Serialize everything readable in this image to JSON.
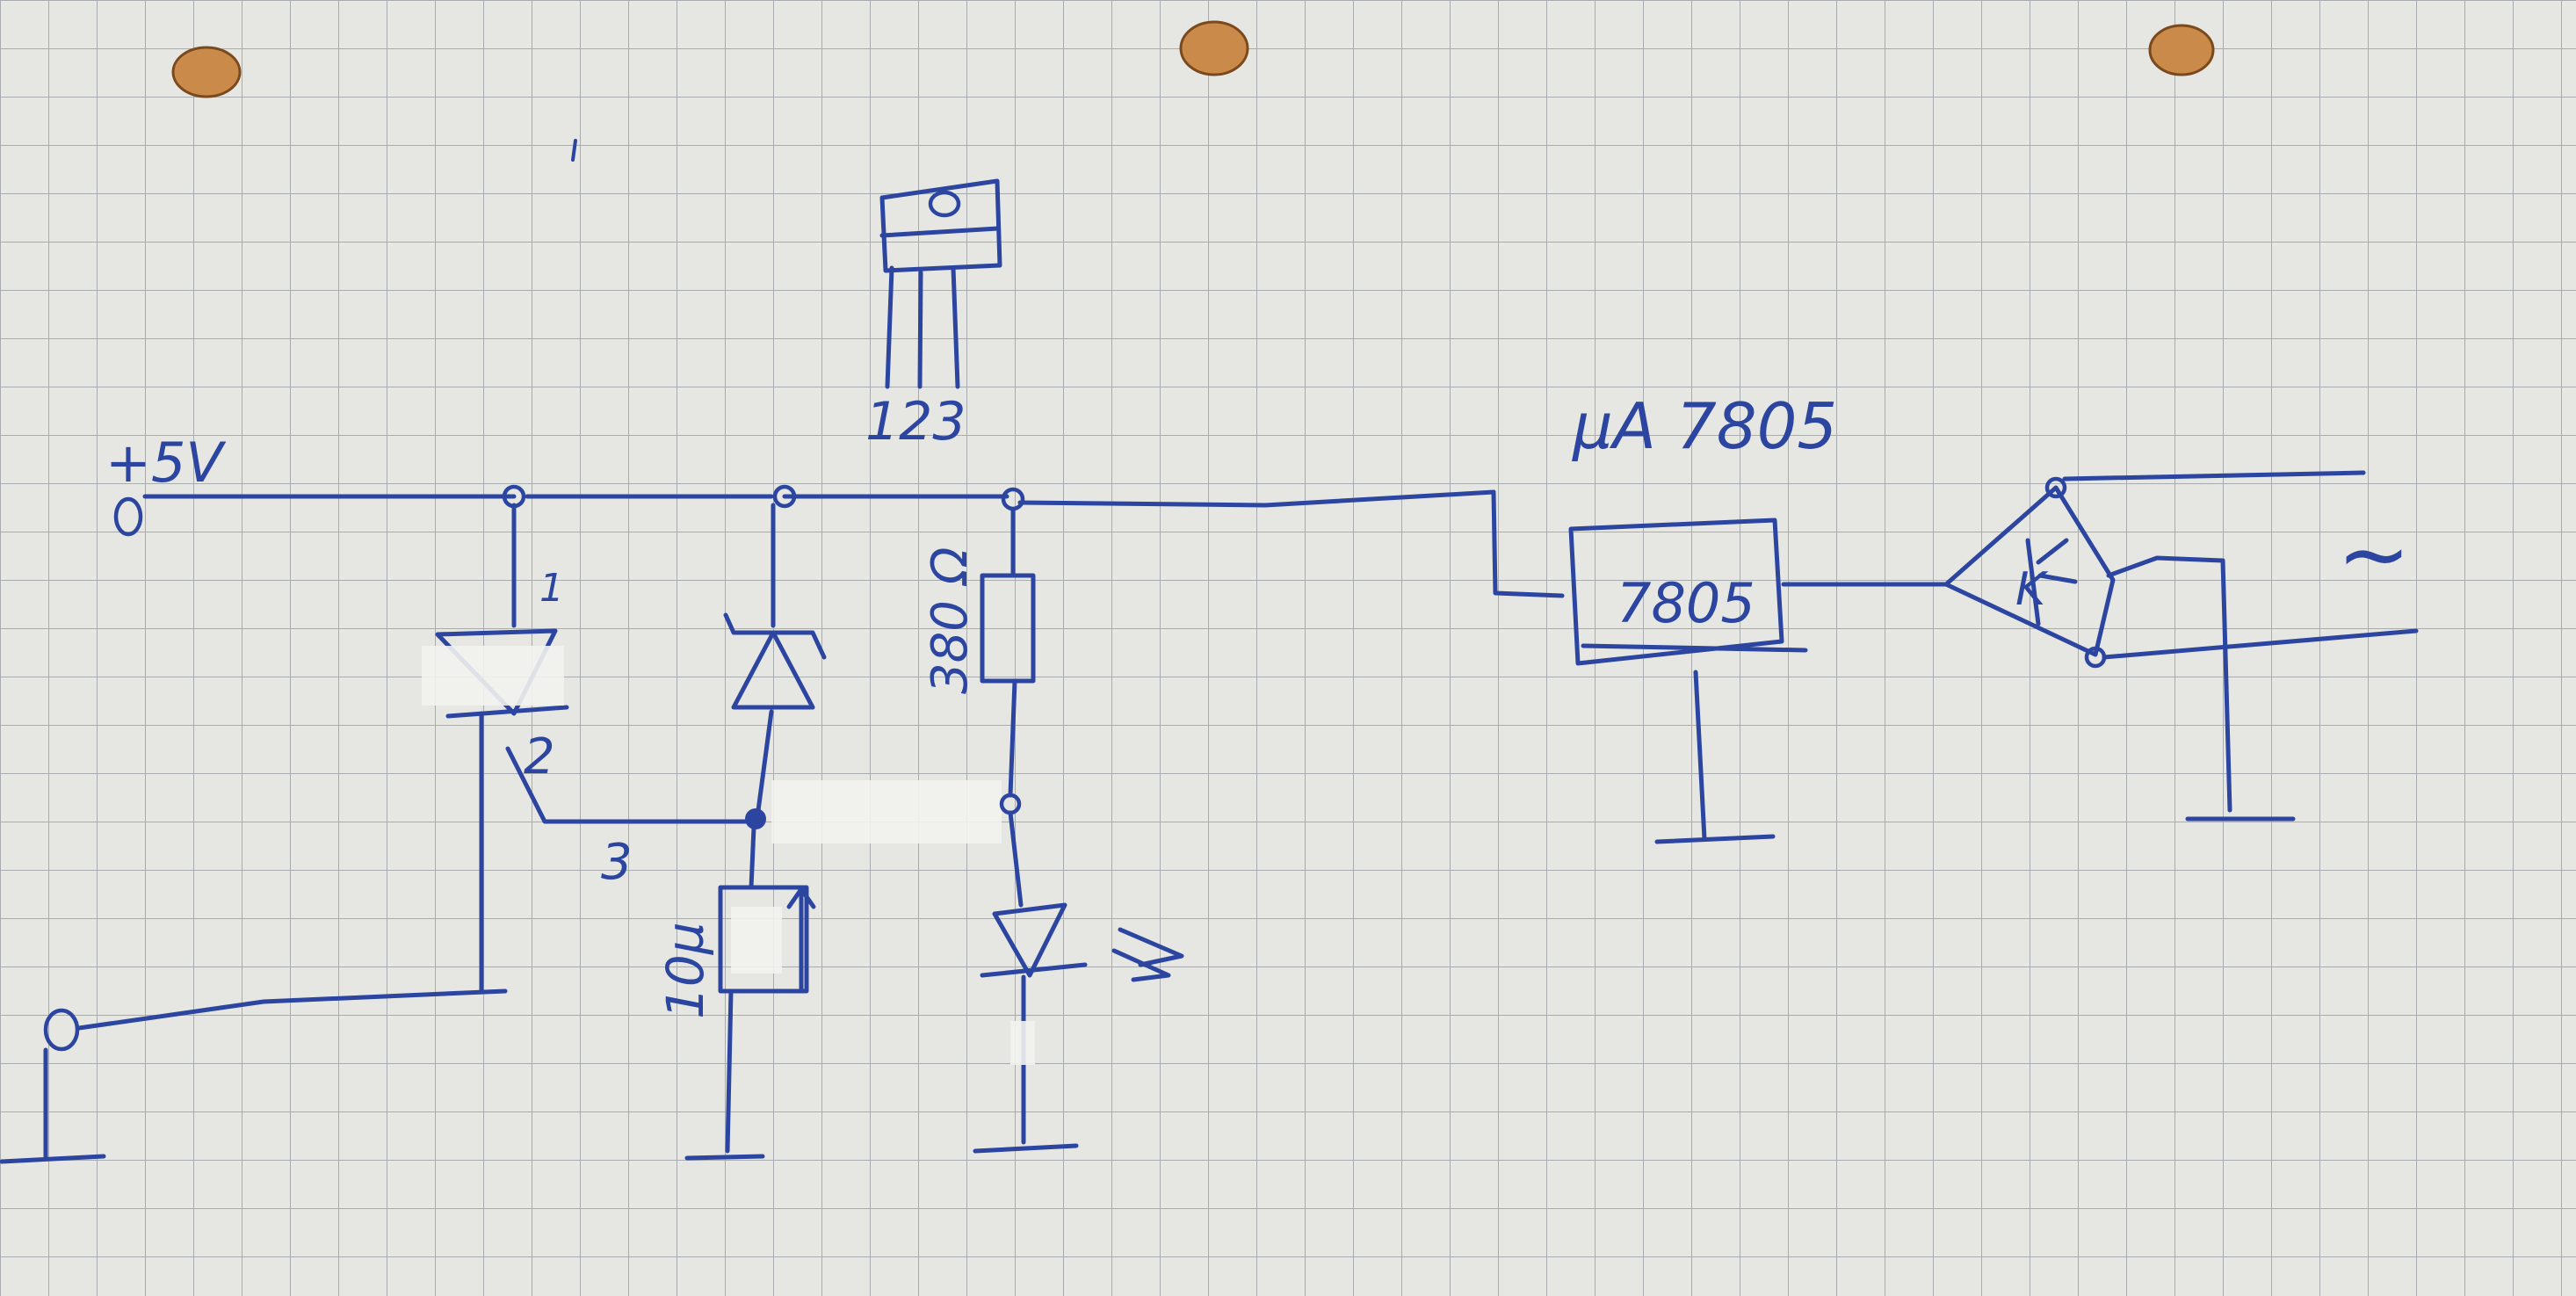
{
  "labels": {
    "supply": "+5V",
    "pin1": "1",
    "pin2": "2",
    "pin3": "3",
    "pinout": "123",
    "resistor": "380 Ω",
    "capacitor": "10µ",
    "regulator_label": "µA 7805",
    "regulator_body": "7805",
    "rectifier": "K",
    "ac": "~"
  },
  "colors": {
    "paper": "#e6e6e2",
    "grid": "#a9acae",
    "ink": "#2b45a0",
    "hole": "#c98a4a"
  }
}
